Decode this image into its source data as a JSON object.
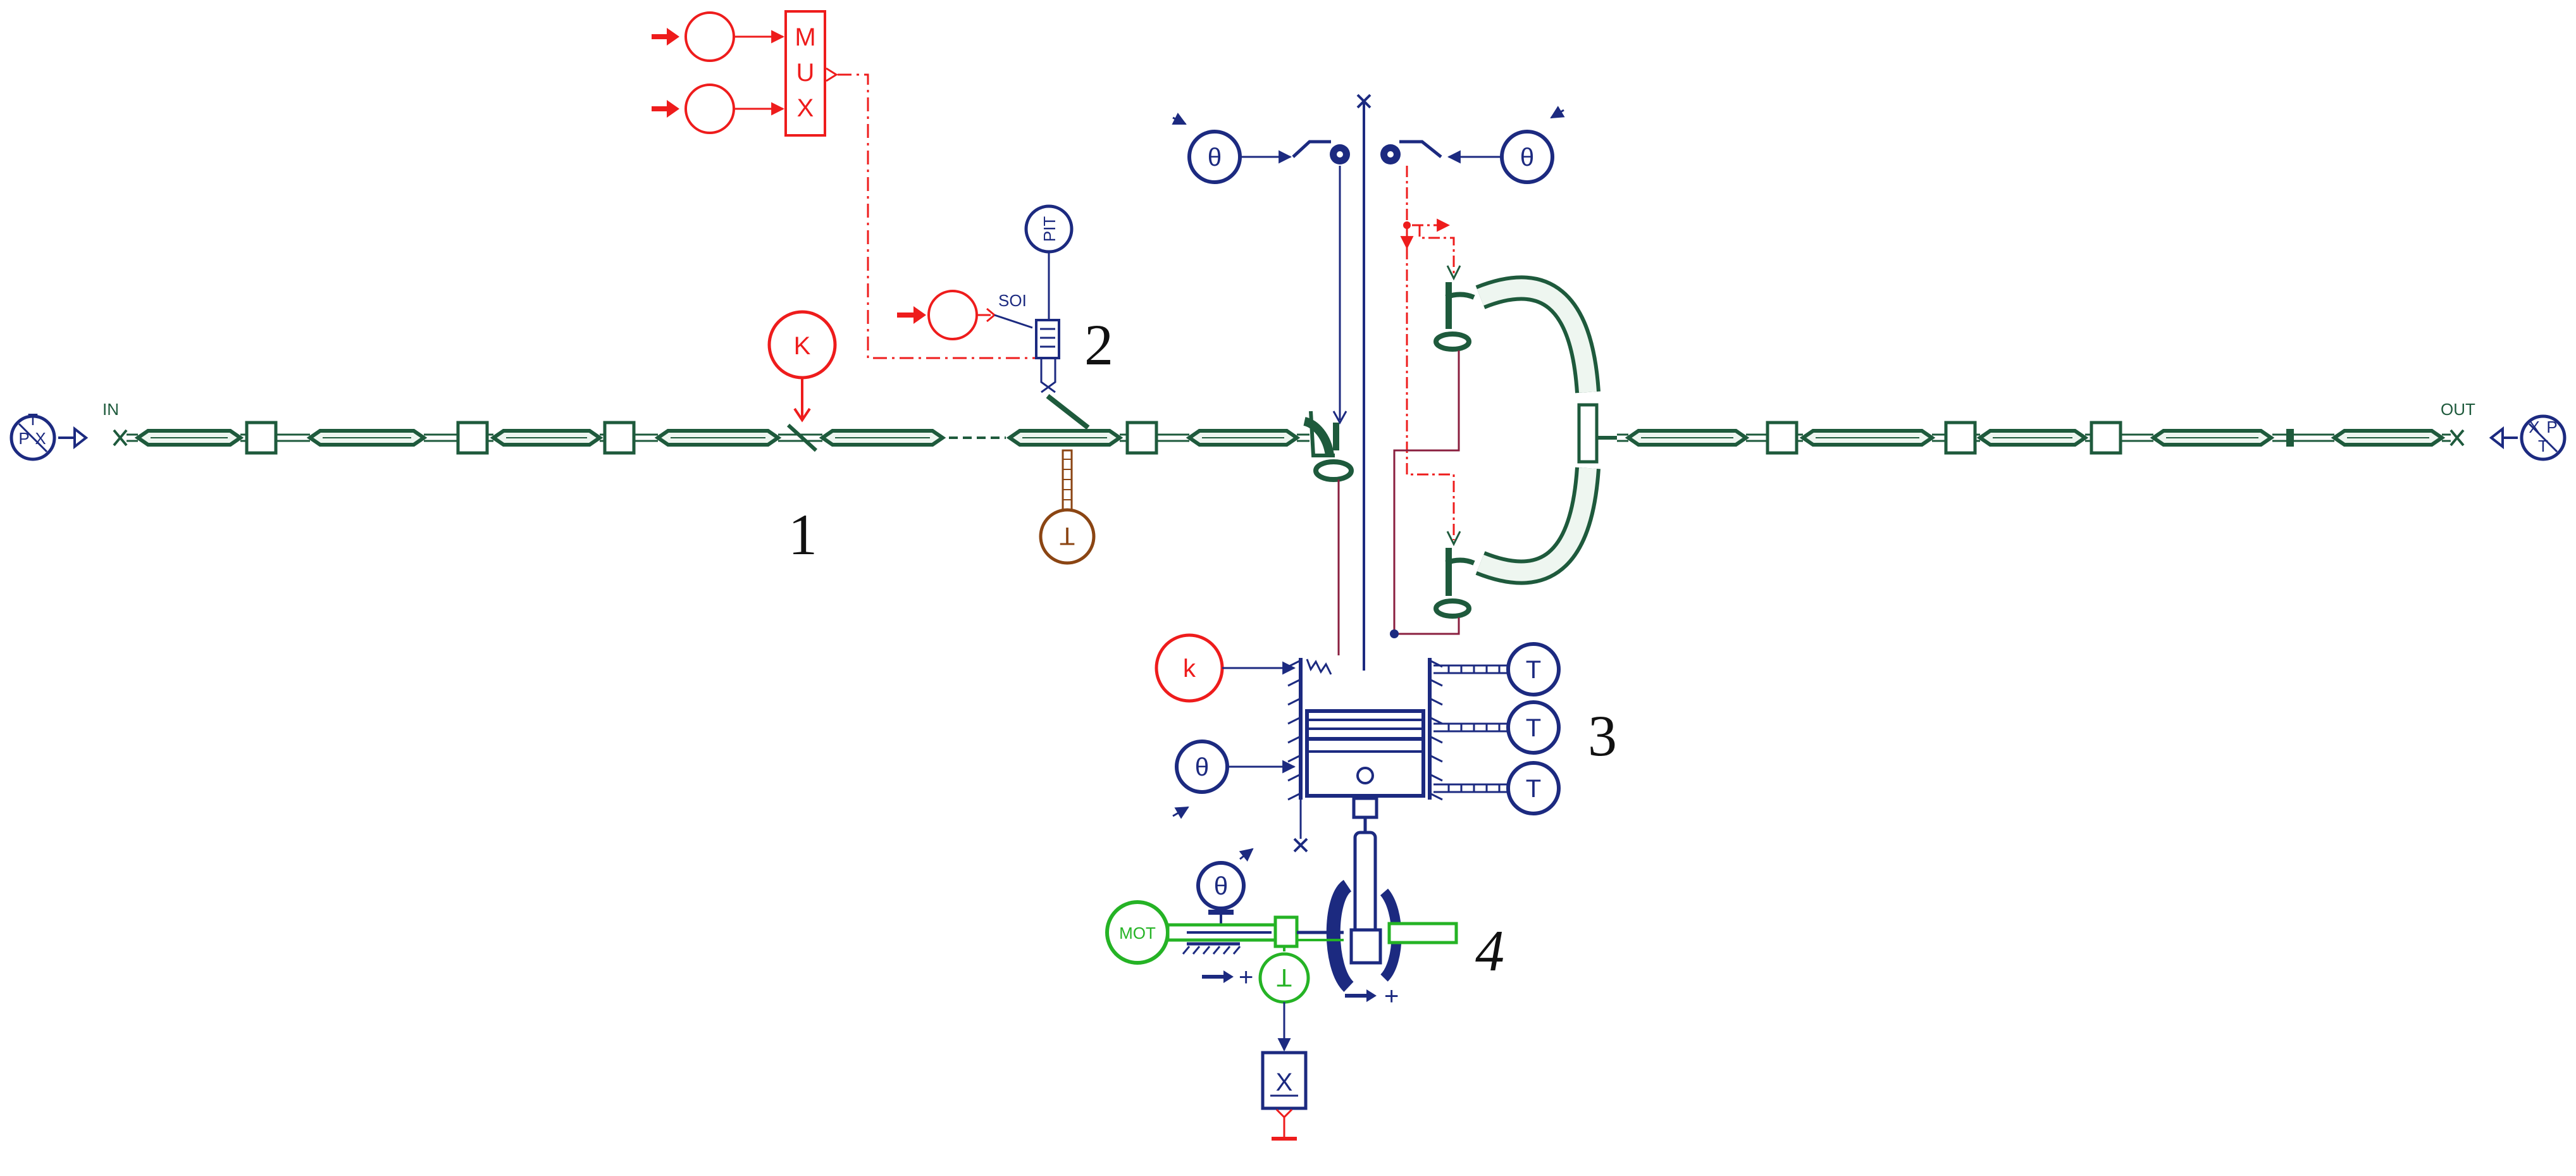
{
  "colors": {
    "pipe": "#1e5a3c",
    "pipe_light": "#eef6f0",
    "control": "#ee1c1c",
    "navy": "#1c2a80",
    "maroon": "#8a1f3f",
    "motor": "#25b325",
    "brown": "#8b4513"
  },
  "labels": {
    "inlet": "IN",
    "outlet": "OUT",
    "mux": [
      "M",
      "U",
      "X"
    ],
    "soi": "SOI",
    "pit": "PIT",
    "motor": "MOT"
  },
  "callouts": [
    "1",
    "2",
    "3",
    "4"
  ],
  "symbols": {
    "boundary_inlet": [
      "T",
      "P",
      "X"
    ],
    "boundary_outlet": [
      "X",
      "P",
      "T"
    ],
    "throttle": "K",
    "combustion": "k",
    "angle": "θ",
    "temperature": "T",
    "torque": "T",
    "sink": "X"
  }
}
